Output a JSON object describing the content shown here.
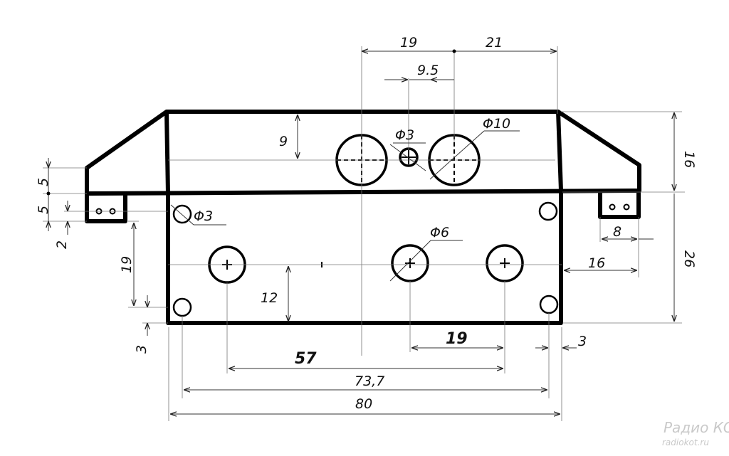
{
  "dimensions": {
    "top_19": "19",
    "top_21": "21",
    "top_9_5": "9.5",
    "dia3_top": "Φ3",
    "dia10": "Φ10",
    "dim_9": "9",
    "right_16": "16",
    "right_26": "26",
    "left_5_upper": "5",
    "left_5_lower": "5",
    "left_2": "2",
    "left_19": "19",
    "left_3": "3",
    "dia3_left": "Φ3",
    "dia6": "Φ6",
    "dim_8": "8",
    "dim_16_right": "16",
    "dim_12": "12",
    "bottom_19": "19",
    "dim_3_right": "3",
    "bottom_57": "57",
    "bottom_73_7": "73,7",
    "bottom_80": "80"
  },
  "watermark": {
    "brand": "Радио КОТ",
    "url": "radiokot.ru"
  }
}
